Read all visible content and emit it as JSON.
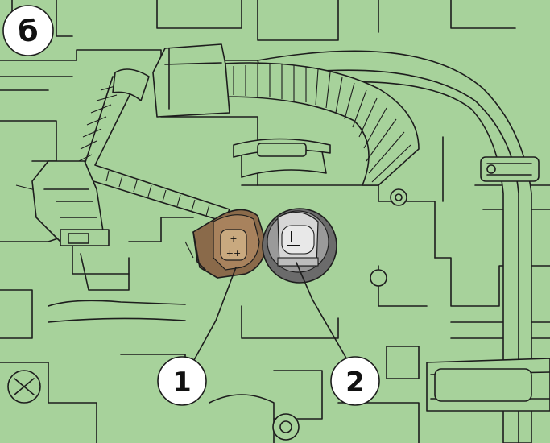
{
  "figure_label": "б",
  "callouts": [
    {
      "id": "callout-1",
      "text": "1"
    },
    {
      "id": "callout-2",
      "text": "2"
    }
  ],
  "colors": {
    "background": "#a7d29b",
    "line": "#1d1d1d",
    "connector": "#8a6a4a",
    "sensor_ring": "#6b6b6b",
    "badge_fill": "#ffffff"
  }
}
